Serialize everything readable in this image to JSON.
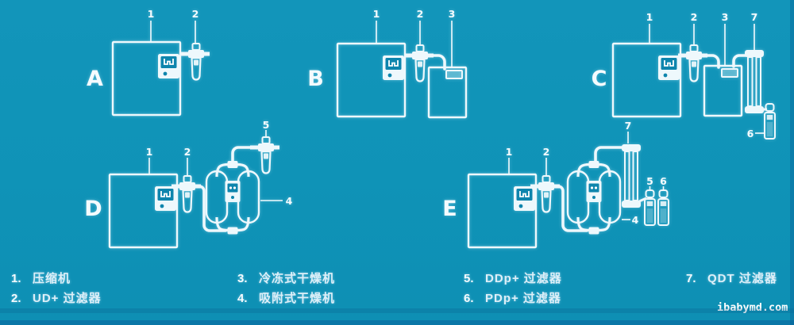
{
  "colors": {
    "background": "#0f93b7",
    "line": "#eef8fc",
    "panel_display": "#0e85ad"
  },
  "diagrams": {
    "a": {
      "letter": "A",
      "callouts": {
        "c1": "1",
        "c2": "2"
      }
    },
    "b": {
      "letter": "B",
      "callouts": {
        "c1": "1",
        "c2": "2",
        "c3": "3"
      }
    },
    "c": {
      "letter": "C",
      "callouts": {
        "c1": "1",
        "c2": "2",
        "c3": "3",
        "c7": "7",
        "c6": "6"
      }
    },
    "d": {
      "letter": "D",
      "callouts": {
        "c1": "1",
        "c2": "2",
        "c5": "5",
        "c4": "4"
      }
    },
    "e": {
      "letter": "E",
      "callouts": {
        "c1": "1",
        "c2": "2",
        "c7": "7",
        "c5": "5",
        "c6": "6",
        "c4": "4"
      }
    }
  },
  "legend": {
    "items": [
      {
        "num": "1.",
        "label": "压缩机"
      },
      {
        "num": "2.",
        "label": "UD+ 过滤器"
      },
      {
        "num": "3.",
        "label": "冷冻式干燥机"
      },
      {
        "num": "4.",
        "label": "吸附式干燥机"
      },
      {
        "num": "5.",
        "label": "DDp+ 过滤器"
      },
      {
        "num": "6.",
        "label": "PDp+ 过滤器"
      },
      {
        "num": "7.",
        "label": "QDT 过滤器"
      }
    ]
  },
  "watermark": "ibabymd.com"
}
